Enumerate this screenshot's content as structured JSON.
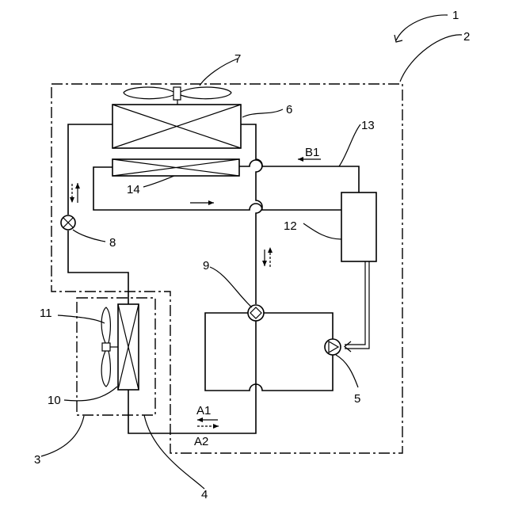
{
  "labels": {
    "n1": "1",
    "n2": "2",
    "n3": "3",
    "n4": "4",
    "n5": "5",
    "n6": "6",
    "n7": "7",
    "n8": "8",
    "n9": "9",
    "n10": "10",
    "n11": "11",
    "n12": "12",
    "n13": "13",
    "n14": "14",
    "a1": "A1",
    "a2": "A2",
    "b1": "B1"
  }
}
